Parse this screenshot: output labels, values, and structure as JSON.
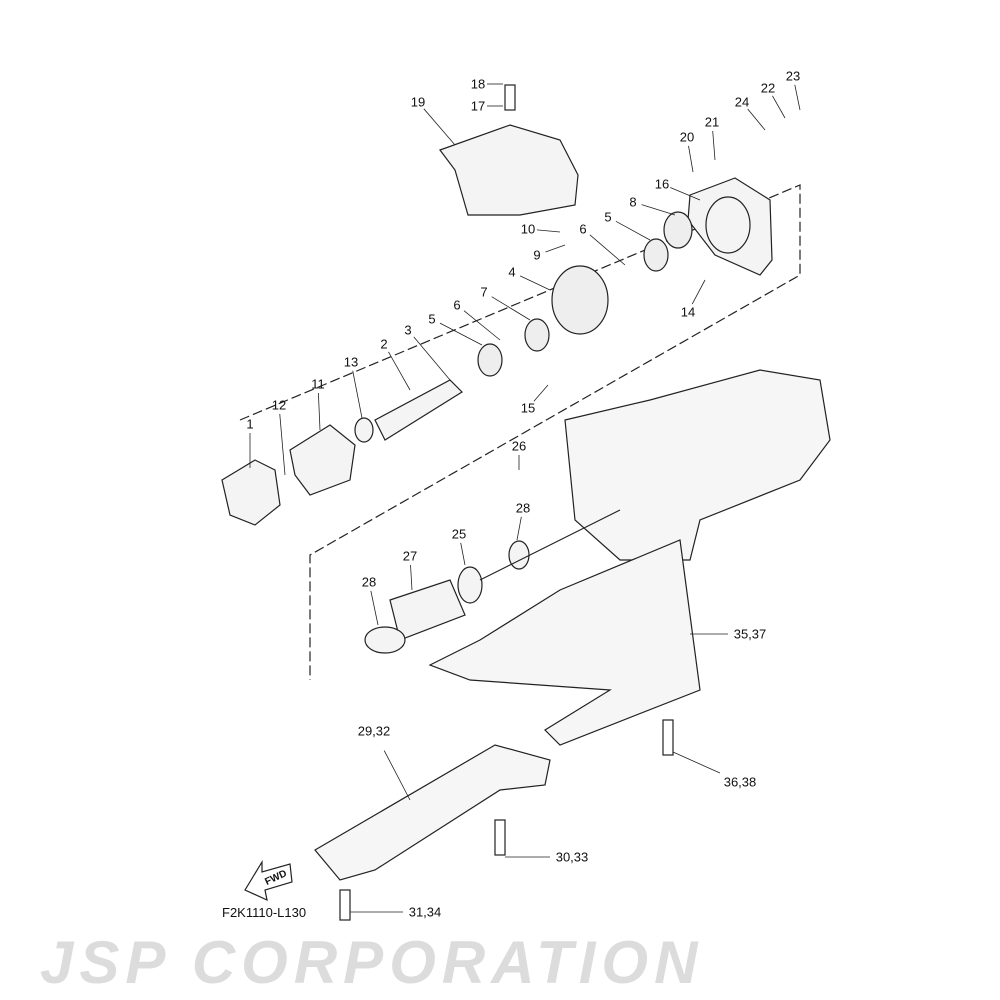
{
  "watermark": "JSP CORPORATION",
  "diagram_code": "F2K1110-L130",
  "fwd_label": "FWD",
  "callouts": [
    "18",
    "17",
    "19",
    "24",
    "22",
    "23",
    "21",
    "20",
    "16",
    "8",
    "5",
    "10",
    "9",
    "6",
    "4",
    "7",
    "6",
    "5",
    "3",
    "2",
    "13",
    "11",
    "12",
    "1",
    "14",
    "15",
    "26",
    "28",
    "25",
    "27",
    "28",
    "35,37",
    "29,32",
    "36,38",
    "30,33",
    "31,34"
  ]
}
